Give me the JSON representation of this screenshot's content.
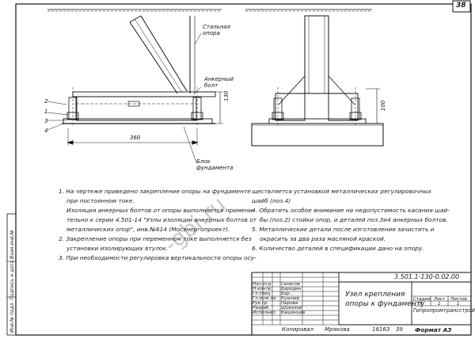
{
  "sheet": {
    "page_number": "38"
  },
  "drawing_labels": {
    "steel_support": "Стальная\nопора",
    "anchor_bolt": "Анкерный\nболт",
    "foundation_block": "Блок\nфундамента",
    "callouts": [
      "2",
      "1",
      "3",
      "4"
    ],
    "dim_360": "360",
    "dim_130_left": "130",
    "dim_100_right": "100"
  },
  "notes_left": [
    "1. На чертеже приведено закрепление опоры на фундаменте",
    "при постоянном токе.",
    "Изоляция анкерных болтов от опоры выполняется примени-",
    "тельно к серии 4.501-14 \"Узлы изоляции анкерных болтов от",
    "металлических опор\", инв.№614 (Мосэнергопроект).",
    "2. Закрепление опоры при переменном токе выполняется без",
    "установки изолирующих втулок.",
    "3. При необходимости регулировка вертикальности опоры осу-"
  ],
  "notes_right": [
    "ществляется установкой металлических регулировочных",
    "шайб (поз.4)",
    "4. Обратить особое внимание на недопустимость касания шай-",
    "бы (поз.2) стойки опор, и деталей поз.3и4 анкерных болтов.",
    "5. Металлические детали после изготовления зачистить и",
    "окрасить за два раза масляной краской.",
    "6. Количество деталей в спецификации дано на опору."
  ],
  "title_block": {
    "doc_code": "3.501.1-130-0.02.00",
    "title": "Узел крепления\nопоры к фундаменту",
    "stage_header": [
      "Стадия",
      "Лист",
      "Листов"
    ],
    "stage_values": [
      "Р",
      "1",
      "1"
    ],
    "org": "Гипропромтрансстрой",
    "sign_rows": [
      [
        "Нач.отд",
        "Сенегов"
      ],
      [
        "Н.контр.",
        "Бородин"
      ],
      [
        "Гл.спец",
        "Бор..."
      ],
      [
        "Гл.инж.пр",
        "Кушнир"
      ],
      [
        "Рук.гр.",
        "Перова"
      ],
      [
        "Разраб.",
        "Шувалов"
      ],
      [
        "Исполнил",
        "Кашинцев"
      ]
    ],
    "copied_label": "Копировал",
    "copied_sign": "Мрякова",
    "order_no": "18163",
    "sheet_no": "39",
    "format": "Формат А3"
  },
  "side_stamp": "Инв.№ подл. Подпись и дата Взам.инв.№",
  "watermark": "-gbi.ru"
}
